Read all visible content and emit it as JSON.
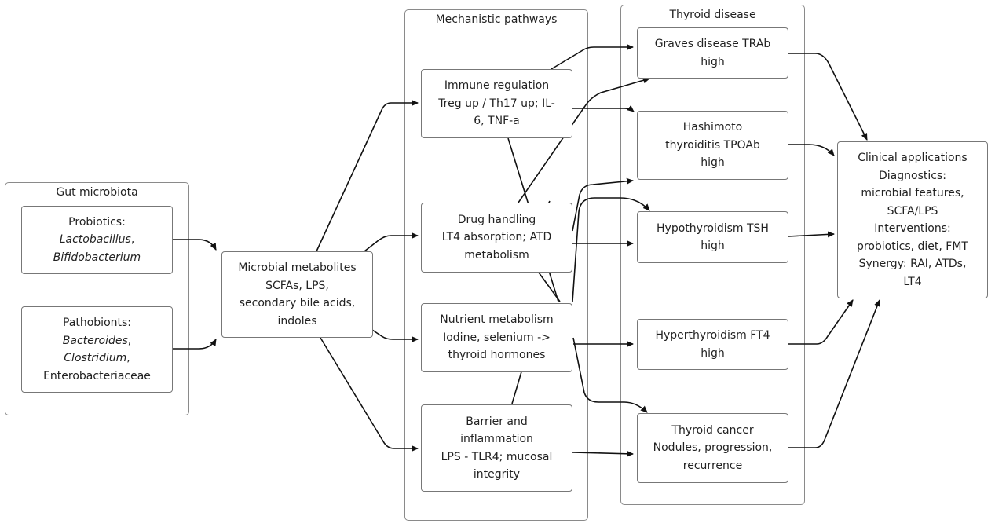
{
  "groups": {
    "gut": {
      "title": "Gut microbiota"
    },
    "mech": {
      "title": "Mechanistic pathways"
    },
    "thyroid": {
      "title": "Thyroid disease"
    }
  },
  "nodes": {
    "probiotics": {
      "line1": "Probiotics:",
      "genus1": "Lactobacillus",
      "sep": ",",
      "genus2": "Bifidobacterium"
    },
    "pathobionts": {
      "line1": "Pathobionts:",
      "genus1": "Bacteroides",
      "sep1": ",",
      "genus2": "Clostridium",
      "sep2": ",",
      "line4": "Enterobacteriaceae"
    },
    "metabolites": {
      "line1": "Microbial metabolites",
      "line2": "SCFAs, LPS,",
      "line3": "secondary bile acids,",
      "line4": "indoles"
    },
    "immune": {
      "line1": "Immune regulation",
      "line2": "Treg up / Th17 up; IL-",
      "line3": "6, TNF-a"
    },
    "drug": {
      "line1": "Drug handling",
      "line2": "LT4 absorption; ATD",
      "line3": "metabolism"
    },
    "nutrient": {
      "line1": "Nutrient metabolism",
      "line2": "Iodine, selenium ->",
      "line3": "thyroid hormones"
    },
    "barrier": {
      "line1": "Barrier and",
      "line2": "inflammation",
      "line3": "LPS - TLR4; mucosal",
      "line4": "integrity"
    },
    "graves": {
      "line1": "Graves disease TRAb",
      "line2": "high"
    },
    "hashimoto": {
      "line1": "Hashimoto",
      "line2": "thyroiditis TPOAb",
      "line3": "high"
    },
    "hypo": {
      "line1": "Hypothyroidism TSH",
      "line2": "high"
    },
    "hyper": {
      "line1": "Hyperthyroidism FT4",
      "line2": "high"
    },
    "cancer": {
      "line1": "Thyroid cancer",
      "line2": "Nodules, progression,",
      "line3": "recurrence"
    },
    "clinical": {
      "line1": "Clinical applications",
      "line2": "Diagnostics:",
      "line3": "microbial features,",
      "line4": "SCFA/LPS",
      "line5": "Interventions:",
      "line6": "probiotics, diet, FMT",
      "line7": "Synergy: RAI, ATDs,",
      "line8": "LT4"
    }
  },
  "colors": {
    "border": "#777777",
    "edge": "#111111",
    "background": "#ffffff"
  }
}
